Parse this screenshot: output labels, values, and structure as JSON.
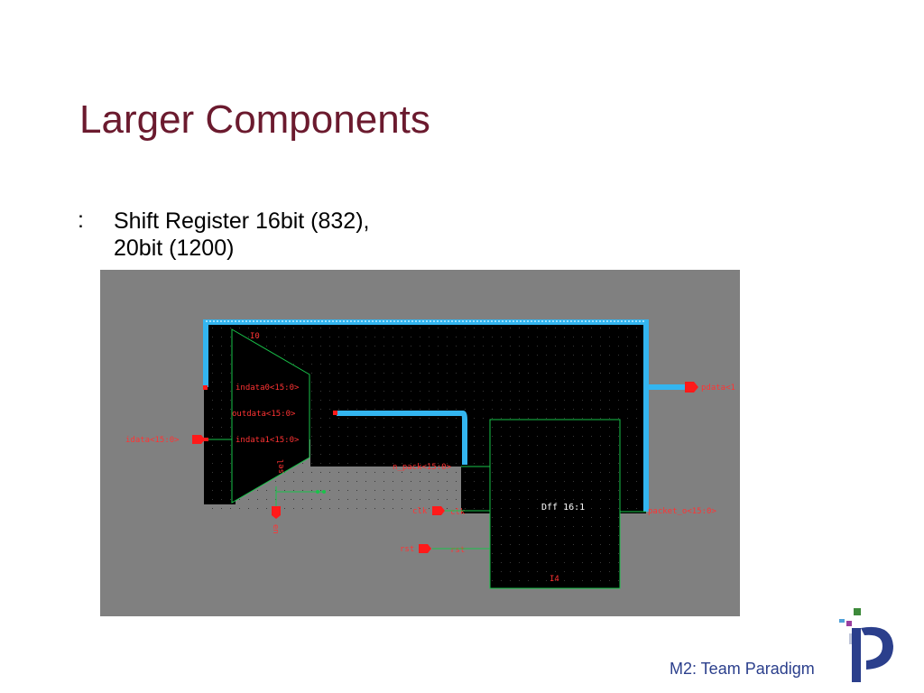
{
  "slide": {
    "title": "Larger Components",
    "bullet_marker": ":",
    "bullet_lines": [
      "Shift Register 16bit (832),",
      "20bit (1200)"
    ],
    "footer": "M2: Team Paradigm"
  },
  "schematic": {
    "mux_instance": "I0",
    "mux_pins": [
      "indata0<15:0>",
      "outdata<15:0>",
      "indata1<15:0>"
    ],
    "mux_sel": "sel",
    "dff_label": "Dff  16:1",
    "dff_instance": "I4",
    "ext_pins": {
      "idata": "idata<15:0>",
      "n_pack": "n_pack<15:0>",
      "clk": "clk",
      "rst": "rst",
      "en": "en",
      "pdata": "pdata<1",
      "packet": "packet_o<15:0>"
    },
    "dff_pins": {
      "clk": "clk",
      "rst": "rst"
    },
    "colors": {
      "bus": "#33b5f0",
      "pin": "#ff1a1a",
      "wire": "#19c34a",
      "canvas": "#000000",
      "bg": "#808080",
      "label": "#ff3333"
    }
  },
  "logo": {
    "icon": "paradigm-p-logo"
  }
}
